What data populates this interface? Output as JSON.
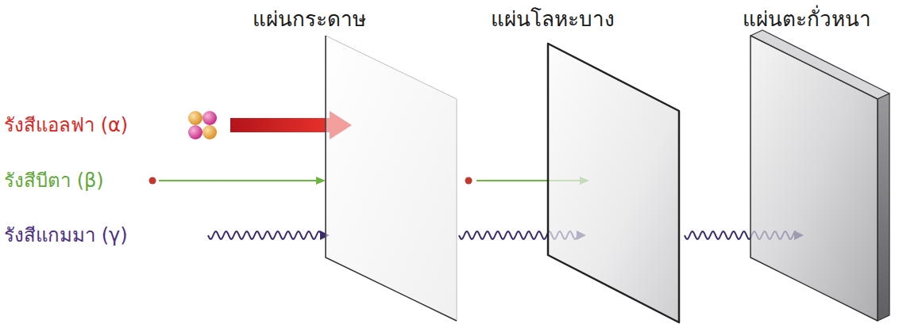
{
  "diagram": {
    "nodes": [
      {
        "text": [
          "แผ่นกระดาษ"
        ]
      },
      {
        "text": [
          "แผ่นโลหะบาง"
        ]
      },
      {
        "text": [
          "แผ่นตะกั่วหนา"
        ]
      }
    ],
    "labels": [
      "รังสีแอลฟา (α)",
      "รังสีบีตา (β)",
      "รังสีแกมมา (γ)"
    ]
  }
}
